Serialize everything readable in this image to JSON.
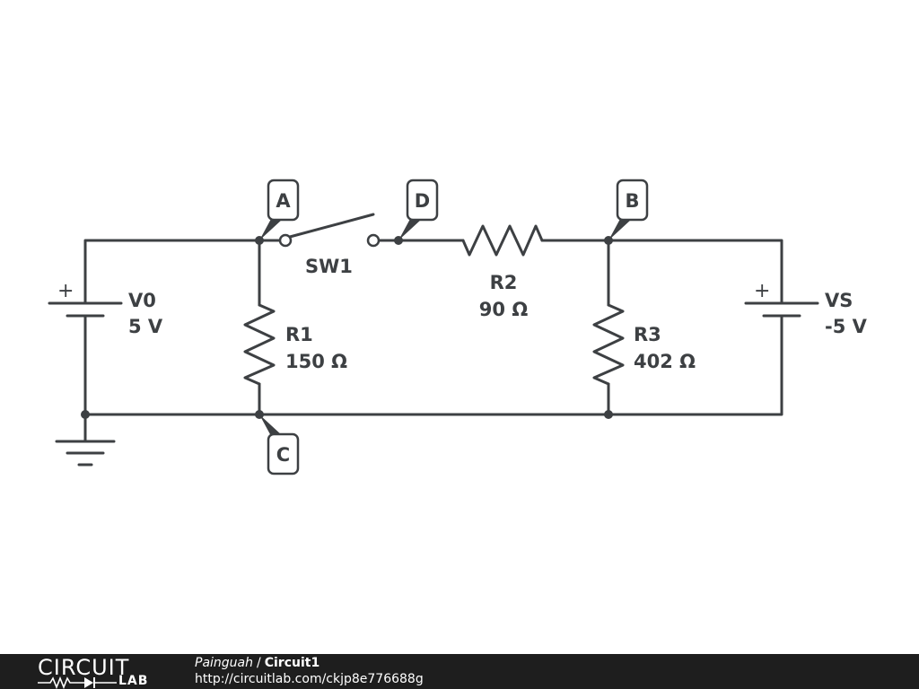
{
  "components": {
    "V0": {
      "name": "V0",
      "value": "5 V"
    },
    "VS": {
      "name": "VS",
      "value": "-5 V"
    },
    "R1": {
      "name": "R1",
      "value": "150 Ω"
    },
    "R2": {
      "name": "R2",
      "value": "90 Ω"
    },
    "R3": {
      "name": "R3",
      "value": "402 Ω"
    },
    "SW1": {
      "name": "SW1"
    },
    "polarity": "+"
  },
  "nodes": {
    "A": "A",
    "B": "B",
    "C": "C",
    "D": "D"
  },
  "footer": {
    "logo_word": "CIRCUIT",
    "logo_sub": "LAB",
    "author": "Painguah",
    "separator": "/",
    "circuit_name": "Circuit1",
    "url": "http://circuitlab.com/ckjp8e776688g"
  }
}
